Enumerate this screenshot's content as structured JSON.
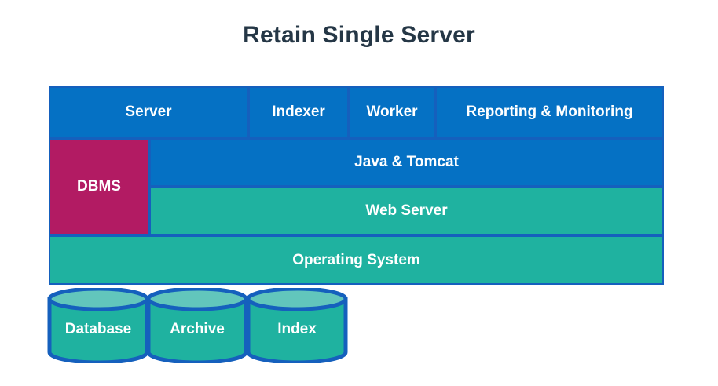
{
  "title": "Retain Single Server",
  "colors": {
    "blue": "#0571C4",
    "teal": "#1FB2A0",
    "teal_light": "#62C6BC",
    "magenta": "#B21B63",
    "outline": "#1560BD",
    "title_text": "#253746",
    "box_text": "#FFFFFF",
    "background": "#FFFFFF"
  },
  "services_row": [
    {
      "label": "Server"
    },
    {
      "label": "Indexer"
    },
    {
      "label": "Worker"
    },
    {
      "label": "Reporting & Monitoring"
    }
  ],
  "platform": {
    "dbms": {
      "label": "DBMS"
    },
    "java_tomcat": {
      "label": "Java & Tomcat"
    },
    "web_server": {
      "label": "Web Server"
    },
    "operating_system": {
      "label": "Operating System"
    }
  },
  "storage": [
    {
      "label": "Database"
    },
    {
      "label": "Archive"
    },
    {
      "label": "Index"
    }
  ]
}
